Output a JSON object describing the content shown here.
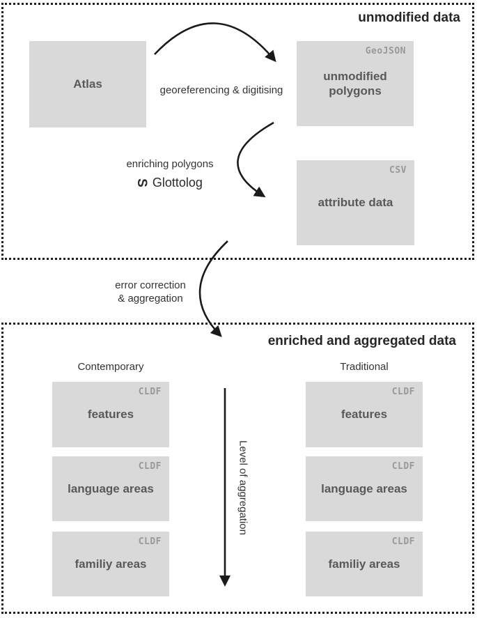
{
  "sections": {
    "unmodified": {
      "title": "unmodified data",
      "atlas_box": {
        "label": "Atlas"
      },
      "georeferencing_label": "georeferencing & digitising",
      "polygons_box": {
        "format": "GeoJSON",
        "label": "unmodified polygons"
      },
      "enriching_label": "enriching polygons",
      "glottolog": {
        "glyph": "S",
        "label": "Glottolog"
      },
      "attribute_box": {
        "format": "CSV",
        "label": "attribute data"
      }
    },
    "transition": {
      "line1": "error correction",
      "line2": "& aggregation"
    },
    "enriched": {
      "title": "enriched and aggregated data",
      "axis_label": "Level of aggregation",
      "columns": [
        {
          "heading": "Contemporary",
          "boxes": [
            {
              "format": "CLDF",
              "label": "features"
            },
            {
              "format": "CLDF",
              "label": "language areas"
            },
            {
              "format": "CLDF",
              "label": "familiy areas"
            }
          ]
        },
        {
          "heading": "Traditional",
          "boxes": [
            {
              "format": "CLDF",
              "label": "features"
            },
            {
              "format": "CLDF",
              "label": "language areas"
            },
            {
              "format": "CLDF",
              "label": "familiy areas"
            }
          ]
        }
      ]
    }
  },
  "colors": {
    "box_fill": "#d9d9d9",
    "box_text": "#595959",
    "format_text": "#999999",
    "title_text": "#262626",
    "arrow": "#1a1a1a",
    "border": "#1f1f1f"
  }
}
